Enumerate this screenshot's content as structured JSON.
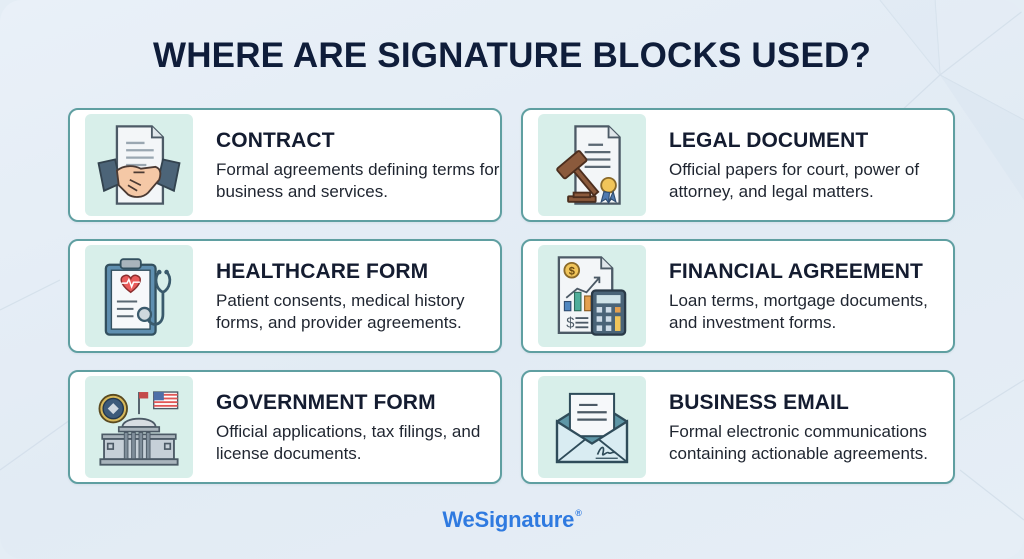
{
  "headline": "WHERE ARE SIGNATURE BLOCKS USED?",
  "colors": {
    "background": "#e4edf5",
    "headline": "#0f1d3a",
    "card_border": "#5f9fa1",
    "icon_panel": "#d8efea",
    "brand": "#2f7ae0"
  },
  "cards": [
    {
      "icon": "handshake-contract-icon",
      "title": "CONTRACT",
      "description": "Formal agreements defining terms for business and services."
    },
    {
      "icon": "gavel-document-icon",
      "title": "LEGAL DOCUMENT",
      "description": "Official papers for court, power of attorney, and legal matters."
    },
    {
      "icon": "clipboard-stethoscope-icon",
      "title": "HEALTHCARE FORM",
      "description": "Patient consents, medical history forms, and provider agreements."
    },
    {
      "icon": "calculator-chart-icon",
      "title": "FINANCIAL AGREEMENT",
      "description": "Loan terms, mortgage documents, and investment forms."
    },
    {
      "icon": "government-building-icon",
      "title": "GOVERNMENT FORM",
      "description": "Official applications, tax filings, and license documents."
    },
    {
      "icon": "signed-envelope-icon",
      "title": "BUSINESS EMAIL",
      "description": "Formal electronic communications containing actionable agreements."
    }
  ],
  "brand": {
    "name": "WeSignature",
    "registered_mark": "®"
  }
}
